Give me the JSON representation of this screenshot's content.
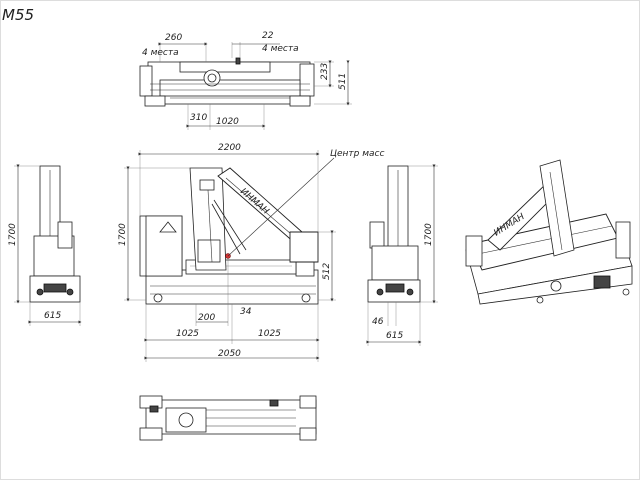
{
  "title": "M55",
  "top_view": {
    "dim_260": "260",
    "dim_260_note": "4 места",
    "dim_22": "22",
    "dim_22_note": "4 места",
    "dim_233": "233",
    "dim_511": "511",
    "dim_310": "310",
    "dim_1020": "1020"
  },
  "front_view": {
    "dim_2200": "2200",
    "dim_1700": "1700",
    "dim_512": "512",
    "dim_200": "200",
    "dim_34": "34",
    "dim_1025_left": "1025",
    "dim_1025_right": "1025",
    "dim_2050": "2050",
    "mass_center_label": "Центр масс",
    "boom_brand": "ИНМАН"
  },
  "left_view": {
    "dim_1700": "1700",
    "dim_615": "615"
  },
  "rear_view": {
    "dim_1700": "1700",
    "dim_46": "46",
    "dim_615": "615"
  },
  "iso_view": {
    "boom_brand": "ИНМАН"
  }
}
